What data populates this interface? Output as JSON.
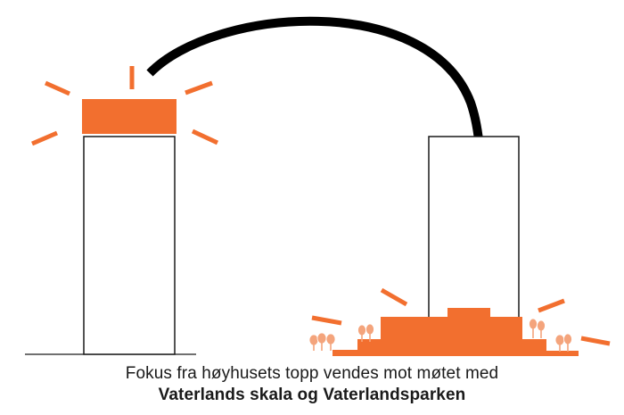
{
  "caption": {
    "line1": "Fokus fra høyhusets topp vendes mot møtet med",
    "line2": "Vaterlands skala og Vaterlandsparken"
  },
  "colors": {
    "accent": "#F26F2F",
    "tree": "#F4A47C",
    "stroke": "#1a1a1a",
    "background": "#ffffff"
  },
  "icons": {
    "tree": "small-tree-icon",
    "arrow": "curved-arrow-icon",
    "ray": "emphasis-ray"
  }
}
